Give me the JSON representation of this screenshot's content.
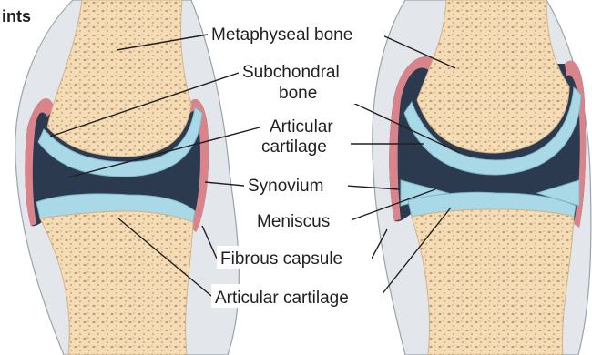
{
  "heading": "ints",
  "labels": {
    "metaphyseal_bone": "Metaphyseal bone",
    "subchondral_bone_line1": "Subchondral",
    "subchondral_bone_line2": "bone",
    "articular_cartilage_upper_line1": "Articular",
    "articular_cartilage_upper_line2": "cartilage",
    "synovium": "Synovium",
    "meniscus": "Meniscus",
    "fibrous_capsule": "Fibrous capsule",
    "articular_cartilage_lower": "Articular cartilage"
  },
  "colors": {
    "bone": "#f3dcb6",
    "bone_pore": "#c49a6c",
    "cartilage": "#a9d8e6",
    "joint_space": "#2b3a4f",
    "synovium": "#d9848b",
    "capsule": "#d9dde3",
    "capsule_edge": "#9aa3ad"
  }
}
